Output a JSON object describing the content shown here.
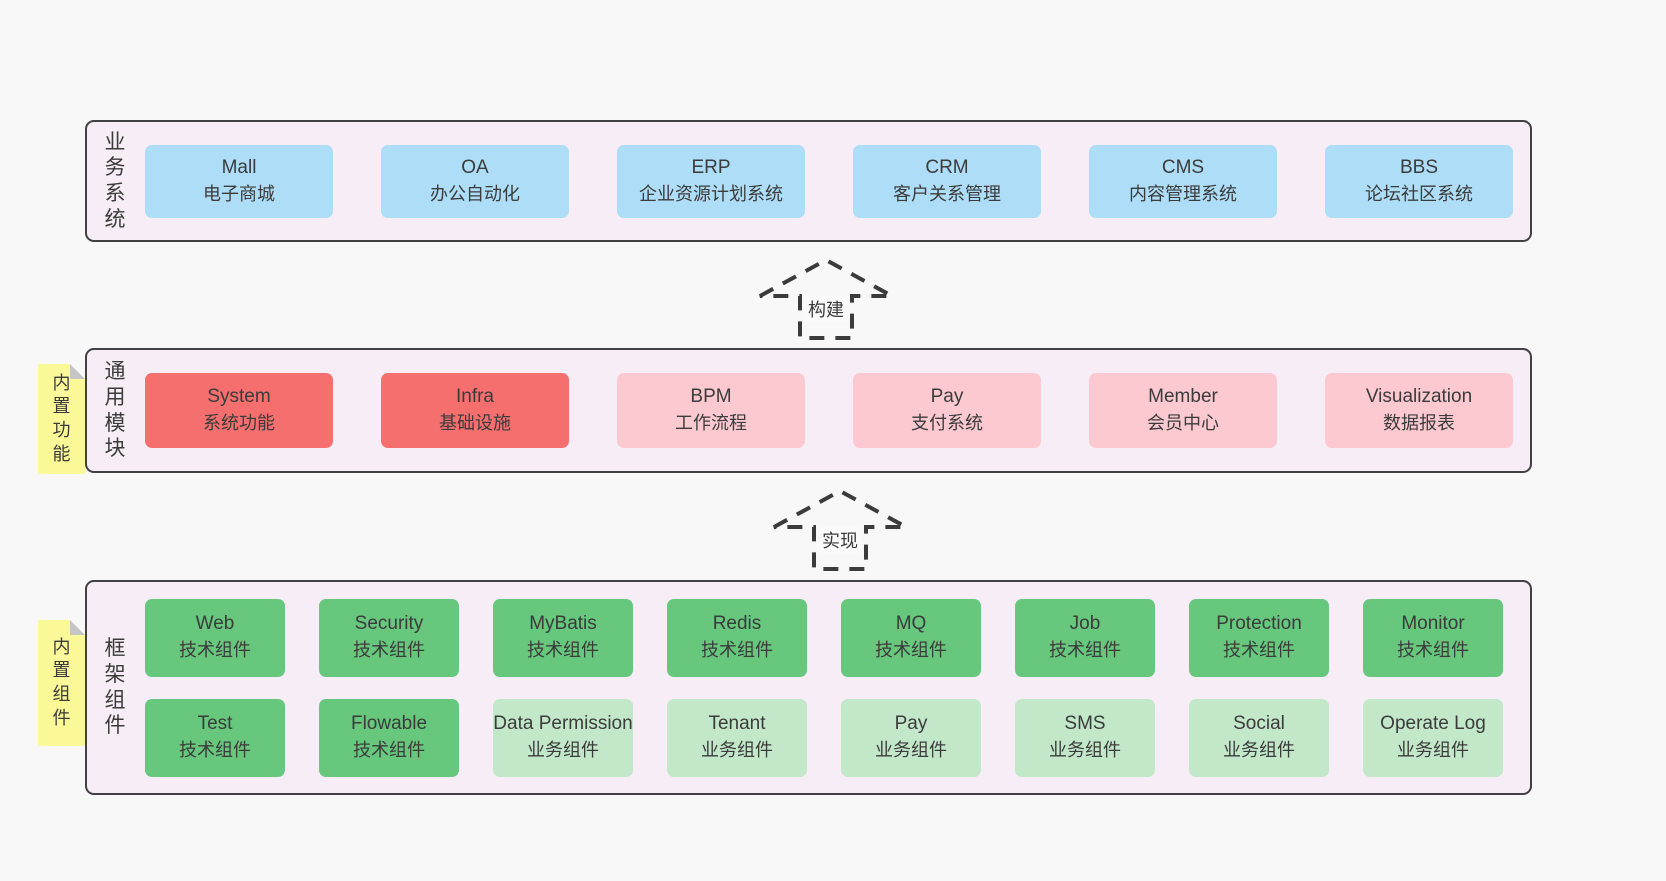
{
  "colors": {
    "panel_background": "#f7edf6",
    "panel_border": "#414042",
    "business_box": "#aeddf7",
    "core_module_box": "#f56f6f",
    "extension_module_box": "#fcc9d1",
    "tech_component_box": "#66c77d",
    "biz_component_box": "#c2e8c9",
    "sticky_note": "#fbf897",
    "text": "#3b3b3b"
  },
  "arrows": [
    {
      "label": "构建"
    },
    {
      "label": "实现"
    }
  ],
  "sections": {
    "business": {
      "label": "业务系统",
      "items": [
        {
          "en": "Mall",
          "zh": "电子商城",
          "variant": "blue"
        },
        {
          "en": "OA",
          "zh": "办公自动化",
          "variant": "blue"
        },
        {
          "en": "ERP",
          "zh": "企业资源计划系统",
          "variant": "blue"
        },
        {
          "en": "CRM",
          "zh": "客户关系管理",
          "variant": "blue"
        },
        {
          "en": "CMS",
          "zh": "内容管理系统",
          "variant": "blue"
        },
        {
          "en": "BBS",
          "zh": "论坛社区系统",
          "variant": "blue"
        }
      ]
    },
    "modules": {
      "label": "通用模块",
      "sticky": "内置功能",
      "items": [
        {
          "en": "System",
          "zh": "系统功能",
          "variant": "red"
        },
        {
          "en": "Infra",
          "zh": "基础设施",
          "variant": "red"
        },
        {
          "en": "BPM",
          "zh": "工作流程",
          "variant": "pink"
        },
        {
          "en": "Pay",
          "zh": "支付系统",
          "variant": "pink"
        },
        {
          "en": "Member",
          "zh": "会员中心",
          "variant": "pink"
        },
        {
          "en": "Visualization",
          "zh": "数据报表",
          "variant": "pink"
        }
      ]
    },
    "framework": {
      "label": "框架组件",
      "sticky": "内置组件",
      "row1": [
        {
          "en": "Web",
          "zh": "技术组件",
          "variant": "green"
        },
        {
          "en": "Security",
          "zh": "技术组件",
          "variant": "green"
        },
        {
          "en": "MyBatis",
          "zh": "技术组件",
          "variant": "green"
        },
        {
          "en": "Redis",
          "zh": "技术组件",
          "variant": "green"
        },
        {
          "en": "MQ",
          "zh": "技术组件",
          "variant": "green"
        },
        {
          "en": "Job",
          "zh": "技术组件",
          "variant": "green"
        },
        {
          "en": "Protection",
          "zh": "技术组件",
          "variant": "green"
        },
        {
          "en": "Monitor",
          "zh": "技术组件",
          "variant": "green"
        }
      ],
      "row2": [
        {
          "en": "Test",
          "zh": "技术组件",
          "variant": "green"
        },
        {
          "en": "Flowable",
          "zh": "技术组件",
          "variant": "green"
        },
        {
          "en": "Data Permission",
          "zh": "业务组件",
          "variant": "lightgreen"
        },
        {
          "en": "Tenant",
          "zh": "业务组件",
          "variant": "lightgreen"
        },
        {
          "en": "Pay",
          "zh": "业务组件",
          "variant": "lightgreen"
        },
        {
          "en": "SMS",
          "zh": "业务组件",
          "variant": "lightgreen"
        },
        {
          "en": "Social",
          "zh": "业务组件",
          "variant": "lightgreen"
        },
        {
          "en": "Operate Log",
          "zh": "业务组件",
          "variant": "lightgreen"
        }
      ]
    }
  }
}
